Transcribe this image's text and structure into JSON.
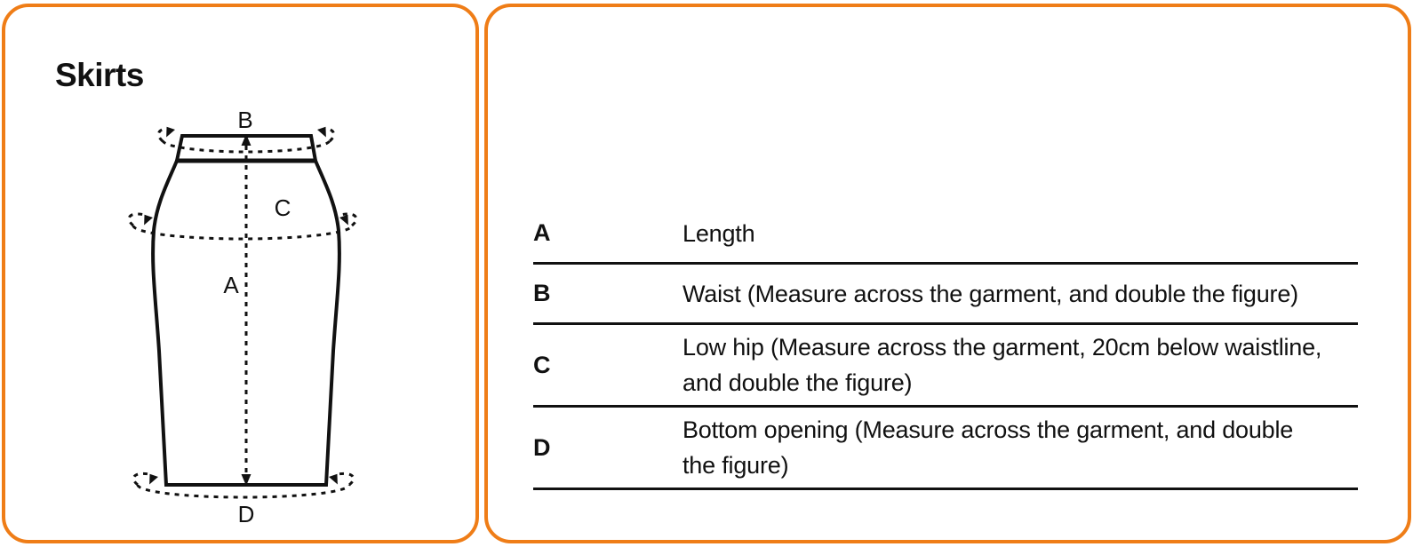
{
  "accent_color": "#EF7D17",
  "diagram": {
    "title": "Skirts",
    "labels": {
      "a": "A",
      "b": "B",
      "c": "C",
      "d": "D"
    }
  },
  "table": {
    "rows": [
      {
        "key": "A",
        "desc": "Length"
      },
      {
        "key": "B",
        "desc": "Waist (Measure across the garment, and double the figure)"
      },
      {
        "key": "C",
        "desc": "Low hip (Measure across the garment, 20cm below waistline,\nand double the figure)"
      },
      {
        "key": "D",
        "desc": "Bottom opening (Measure across the garment, and double\nthe figure)"
      }
    ]
  }
}
